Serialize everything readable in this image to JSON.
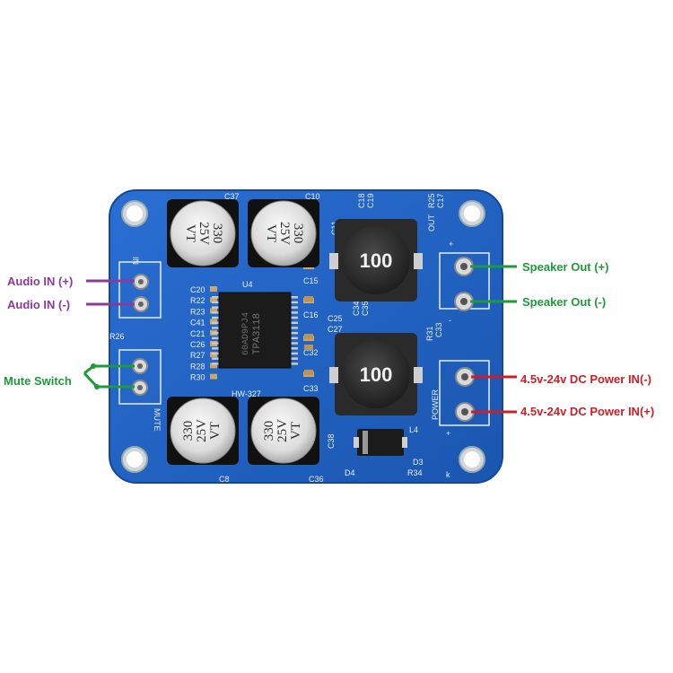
{
  "colors": {
    "board": "#1f63c9",
    "board_dark": "#174e9e",
    "purple": "#8b3a9b",
    "green": "#1f9a3a",
    "red": "#cc1f26"
  },
  "callouts": {
    "audio_in_pos": "Audio IN (+)",
    "audio_in_neg": "Audio IN (-)",
    "mute_switch": "Mute Switch",
    "speaker_out_pos": "Speaker Out (+)",
    "speaker_out_neg": "Speaker Out (-)",
    "power_in_neg": "4.5v-24v DC Power IN(-)",
    "power_in_pos": "4.5v-24v DC Power IN(+)"
  },
  "board": {
    "model": "HW-327",
    "chip_ref": "U4",
    "chip_line1": "TPA3118",
    "chip_line2": "60AD9PJ4",
    "capacitor_text": [
      "330",
      "25V",
      "VT"
    ],
    "capacitor_refs": [
      "C37",
      "C10",
      "C8",
      "C36"
    ],
    "inductor_value": "100",
    "silk": {
      "in": "IN",
      "mute": "MUTE",
      "out": "OUT",
      "power": "POWER",
      "r26": "R26",
      "resistors_left": [
        "C20",
        "R22",
        "R23",
        "C41",
        "C21",
        "C26",
        "R27",
        "R28",
        "R30"
      ],
      "resistors_mid": [
        "C15",
        "C16",
        "C32",
        "C33"
      ],
      "c25": "C25",
      "c27": "C27",
      "c34": "C34",
      "c35": "C35",
      "c11": "C11",
      "c18": "C18",
      "c19": "C19",
      "r25": "R25",
      "c17": "C17",
      "r31": "R31",
      "c33b": "C33",
      "l4": "L4",
      "d3": "D3",
      "d4": "D4",
      "r34": "R34",
      "c38": "C38",
      "plus": "+",
      "minus": "-",
      "k": "k"
    }
  }
}
